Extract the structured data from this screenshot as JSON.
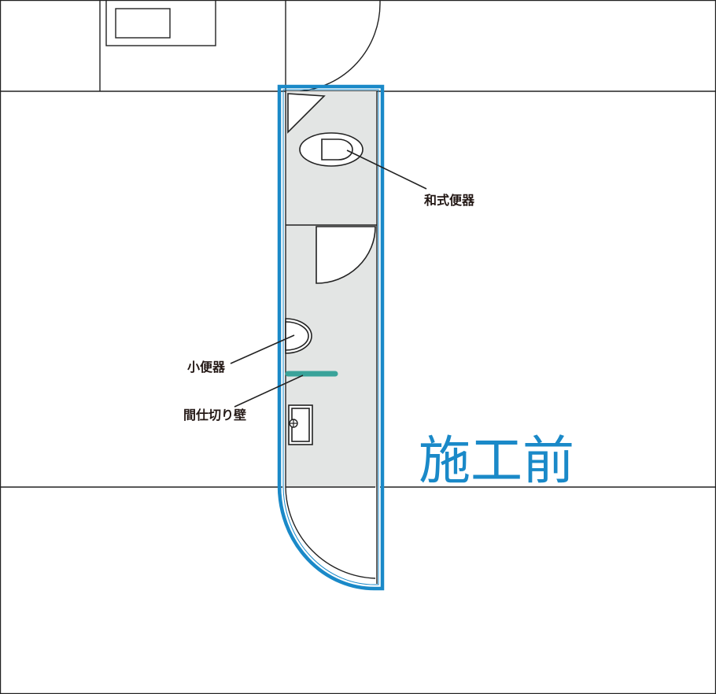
{
  "labels": {
    "washiki_benki": "和式便器",
    "shoubenki": "小便器",
    "majikiri_kabe": "間仕切り壁",
    "status": "施工前"
  },
  "colors": {
    "highlight": "#1a89c8",
    "partition": "#3aa39a",
    "floor": "#e3e5e4",
    "line": "#222222",
    "text": "#231815"
  }
}
